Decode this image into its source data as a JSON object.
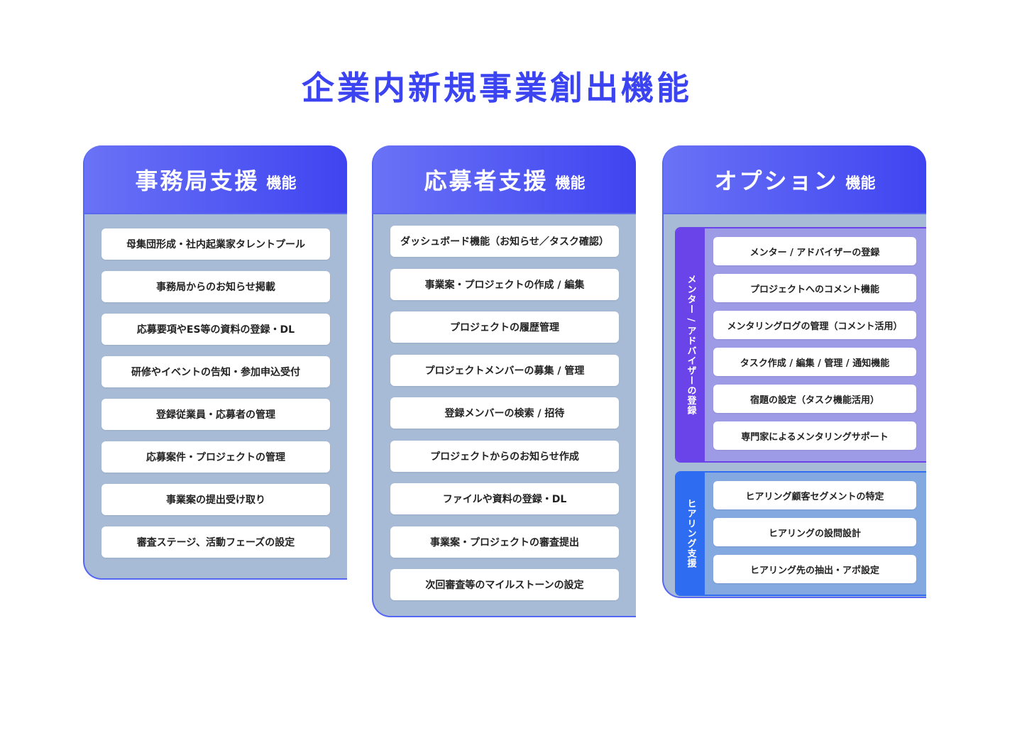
{
  "title": "企業内新規事業創出機能",
  "panels": [
    {
      "title": "事務局支援",
      "suffix": "機能",
      "items": [
        "母集団形成・社内起業家タレントプール",
        "事務局からのお知らせ掲載",
        "応募要項やES等の資料の登録・DL",
        "研修やイベントの告知・参加申込受付",
        "登録従業員・応募者の管理",
        "応募案件・プロジェクトの管理",
        "事業案の提出受け取り",
        "審査ステージ、活動フェーズの設定"
      ]
    },
    {
      "title": "応募者支援",
      "suffix": "機能",
      "items": [
        "ダッシュボード機能（お知らせ／タスク確認）",
        "事業案・プロジェクトの作成 / 編集",
        "プロジェクトの履歴管理",
        "プロジェクトメンバーの募集 / 管理",
        "登録メンバーの検索 / 招待",
        "プロジェクトからのお知らせ作成",
        "ファイルや資料の登録・DL",
        "事業案・プロジェクトの審査提出",
        "次回審査等のマイルストーンの設定"
      ]
    },
    {
      "title": "オプション",
      "suffix": "機能",
      "groups": [
        {
          "label": "メンター / アドバイザーの登録",
          "items": [
            "メンター / アドバイザーの登録",
            "プロジェクトへのコメント機能",
            "メンタリングログの管理（コメント活用）",
            "タスク作成 / 編集 / 管理 / 通知機能",
            "宿題の設定（タスク機能活用）",
            "専門家によるメンタリングサポート"
          ]
        },
        {
          "label": "ヒアリング支援",
          "items": [
            "ヒアリング顧客セグメントの特定",
            "ヒアリングの設問設計",
            "ヒアリング先の抽出・アポ設定"
          ]
        }
      ]
    }
  ]
}
